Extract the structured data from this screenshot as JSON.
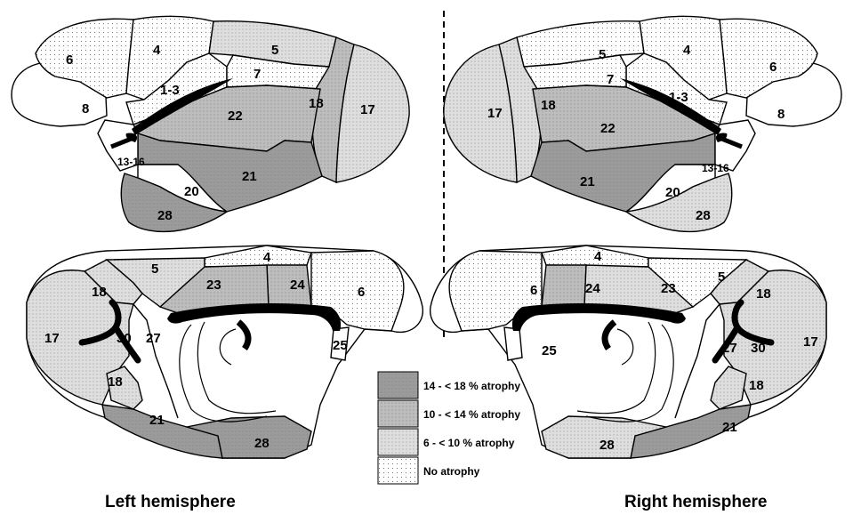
{
  "titles": {
    "left": "Left hemisphere",
    "right": "Right hemisphere"
  },
  "legend": [
    {
      "label": "14 - < 18 % atrophy",
      "fill": "dark"
    },
    {
      "label": "10 - < 14 % atrophy",
      "fill": "medium"
    },
    {
      "label": "6 - < 10 % atrophy",
      "fill": "light"
    },
    {
      "label": "No atrophy",
      "fill": "dotted"
    }
  ],
  "colors": {
    "dark": "#9a9a9a",
    "medium": "#bcbcbc",
    "light": "#dcdcdc",
    "none": "#ffffff",
    "black": "#000000"
  },
  "regions": {
    "r6": "6",
    "r4": "4",
    "r5": "5",
    "r7": "7",
    "r1_3": "1-3",
    "r8": "8",
    "r18": "18",
    "r17": "17",
    "r22": "22",
    "r21": "21",
    "r13_16": "13-16",
    "r20": "20",
    "r28": "28",
    "r23": "23",
    "r24": "24",
    "r25": "25",
    "r27": "27",
    "r30": "30"
  }
}
